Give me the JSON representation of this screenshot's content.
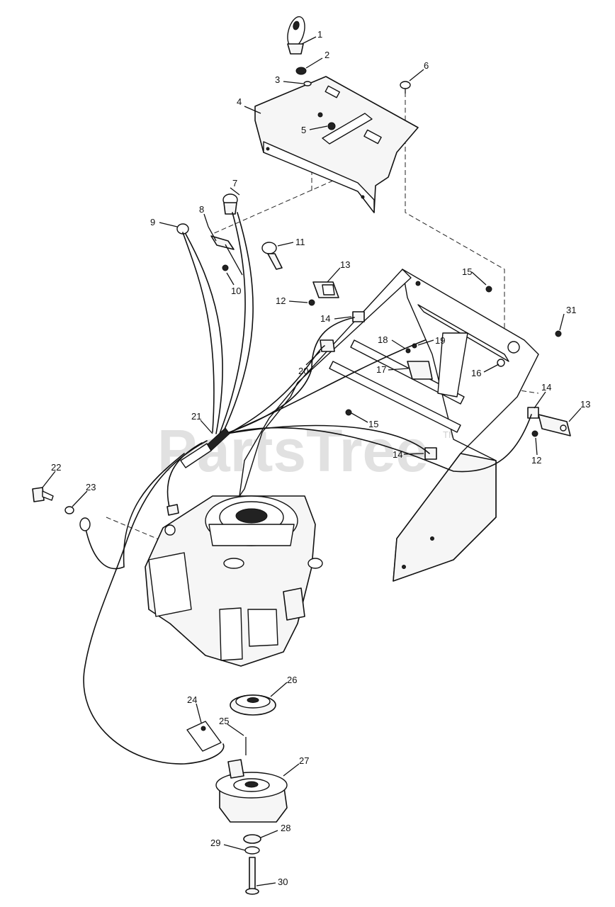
{
  "watermark": {
    "text": "PartsTree",
    "tm": "TM"
  },
  "callouts": {
    "c1": "1",
    "c2": "2",
    "c3": "3",
    "c4": "4",
    "c5": "5",
    "c6": "6",
    "c7": "7",
    "c8": "8",
    "c9": "9",
    "c10": "10",
    "c11": "11",
    "c12a": "12",
    "c12b": "12",
    "c13a": "13",
    "c13b": "13",
    "c14a": "14",
    "c14b": "14",
    "c14c": "14",
    "c15a": "15",
    "c15b": "15",
    "c16": "16",
    "c17": "17",
    "c18": "18",
    "c19": "19",
    "c20": "20",
    "c21": "21",
    "c22": "22",
    "c23": "23",
    "c24": "24",
    "c25": "25",
    "c26": "26",
    "c27": "27",
    "c28": "28",
    "c29": "29",
    "c30": "30",
    "c31": "31"
  }
}
